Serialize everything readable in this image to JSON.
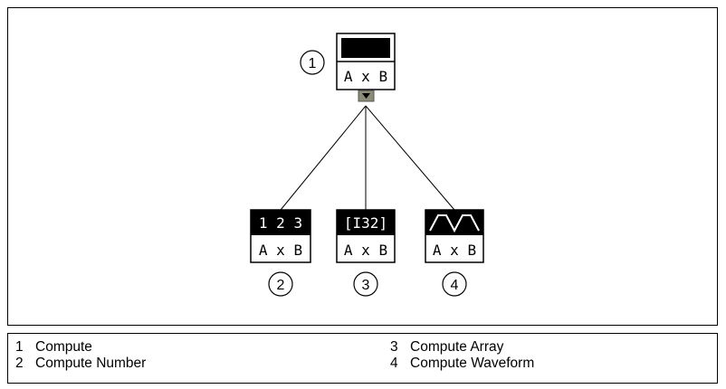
{
  "diagram": {
    "root": {
      "callout": "1",
      "label": "A x B"
    },
    "children": [
      {
        "callout": "2",
        "header": "1 2 3",
        "label": "A x B"
      },
      {
        "callout": "3",
        "header": "[I32]",
        "label": "A x B"
      },
      {
        "callout": "4",
        "header_icon": "waveform-icon",
        "label": "A x B"
      }
    ],
    "colors": {
      "line": "#000000",
      "icon_header_bg": "#000000",
      "icon_header_text": "#ffffff",
      "arrow_tab": "#8c8c78"
    }
  },
  "legend": {
    "items": [
      {
        "num": "1",
        "label": "Compute"
      },
      {
        "num": "2",
        "label": "Compute Number"
      },
      {
        "num": "3",
        "label": "Compute Array"
      },
      {
        "num": "4",
        "label": "Compute Waveform"
      }
    ]
  }
}
